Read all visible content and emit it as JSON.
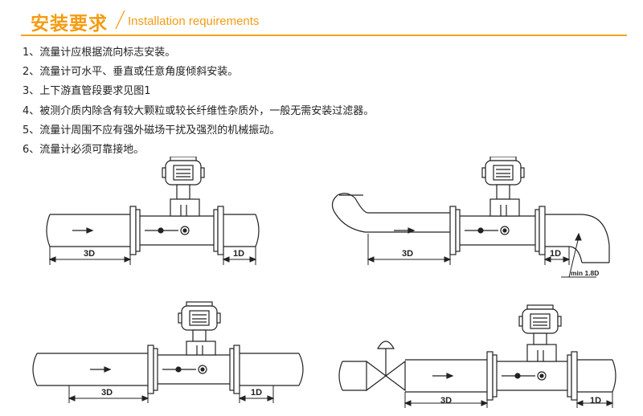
{
  "header": {
    "title_cn": "安装要求",
    "title_en": "Installation requirements",
    "accent_color": "#f39c12"
  },
  "requirements": [
    "1、流量计应根据流向标志安装。",
    "2、流量计可水平、垂直或任意角度倾斜安装。",
    "3、上下游直管段要求见图1",
    "4、被测介质内除含有较大颗粒或较长纤维性杂质外，一般无需安装过滤器。",
    "5、流量计周围不应有强外磁场干扰及强烈的机械振动。",
    "6、流量计必须可靠接地。"
  ],
  "diagrams": [
    {
      "upstream_label": "3D",
      "downstream_label": "1D",
      "device_icon": "vortex-flowmeter-icon"
    },
    {
      "upstream_label": "3D",
      "downstream_label": "1D",
      "note": "min 1.8D",
      "device_icon": "vortex-flowmeter-icon"
    },
    {
      "upstream_label": "3D",
      "downstream_label": "1D",
      "device_icon": "vortex-flowmeter-icon"
    },
    {
      "upstream_label": "3D",
      "downstream_label": "1D",
      "device_icon": "vortex-flowmeter-icon",
      "valve_icon": "globe-valve-icon"
    }
  ]
}
